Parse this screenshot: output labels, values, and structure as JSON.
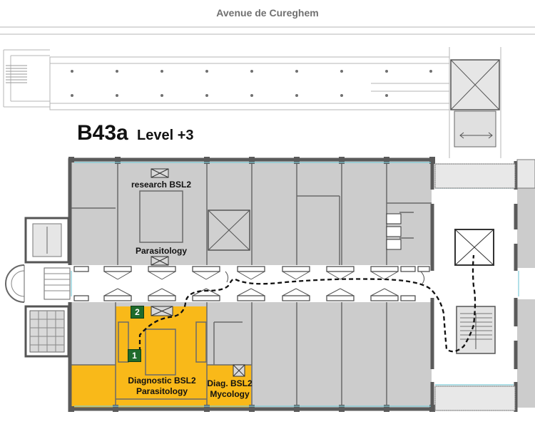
{
  "street_name": "Avenue de Cureghem",
  "building": {
    "code": "B43a",
    "level": "Level +3"
  },
  "rooms": [
    {
      "label": "research BSL2",
      "highlighted": false
    },
    {
      "label": "Parasitology",
      "highlighted": false
    },
    {
      "label": "Diagnostic BSL2\nParasitology",
      "highlighted": true
    },
    {
      "label": "Diag. BSL2\nMycology",
      "highlighted": true
    }
  ],
  "markers": [
    {
      "number": "1",
      "meaning": "start"
    },
    {
      "number": "2",
      "meaning": "waypoint"
    }
  ],
  "colors": {
    "highlight": "#f9b919",
    "room_fill": "#cccccc",
    "wall": "#5a5a5a",
    "marker": "#1f6b2c",
    "glazing": "#7ecbd8",
    "route": "#111111"
  }
}
